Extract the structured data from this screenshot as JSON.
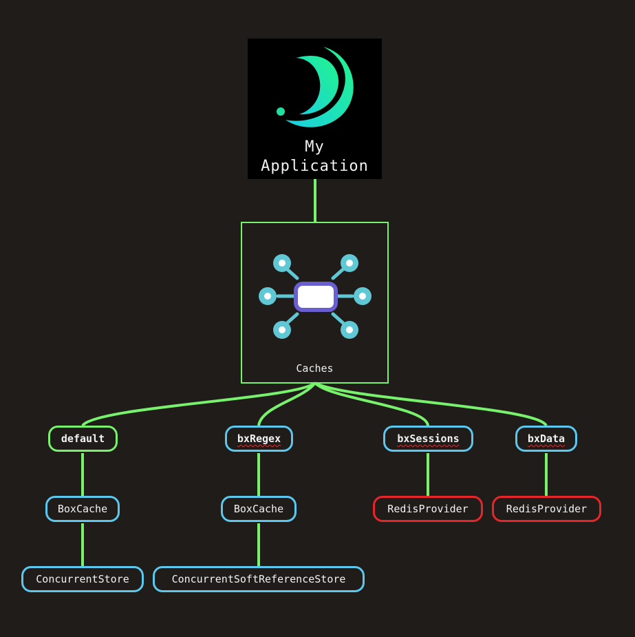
{
  "app": {
    "title_line1": "My",
    "title_line2": "Application"
  },
  "caches": {
    "label": "Caches"
  },
  "cache_nodes": [
    {
      "name": "default",
      "store_type": "BoxCache",
      "store": "ConcurrentStore"
    },
    {
      "name": "bxRegex",
      "store_type": "BoxCache",
      "store": "ConcurrentSoftReferenceStore"
    },
    {
      "name": "bxSessions",
      "provider": "RedisProvider"
    },
    {
      "name": "bxData",
      "provider": "RedisProvider"
    }
  ],
  "colors": {
    "connector": "#78f26c",
    "node_border": "#5bc8f0",
    "redis_border": "#e8262a",
    "background": "#1f1c1a"
  }
}
